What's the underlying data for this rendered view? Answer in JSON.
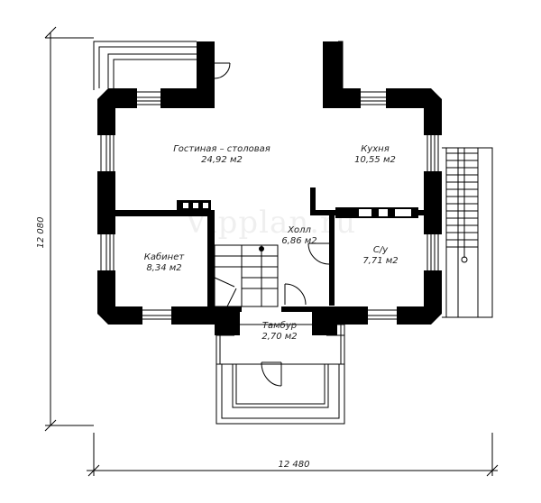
{
  "watermark": "Vipplan.ru",
  "dimensions": {
    "width": "12 480",
    "height": "12 080"
  },
  "rooms": {
    "living": {
      "name": "Гостиная – столовая",
      "area": "24,92 м2"
    },
    "kitchen": {
      "name": "Кухня",
      "area": "10,55 м2"
    },
    "hall": {
      "name": "Холл",
      "area": "6,86 м2"
    },
    "study": {
      "name": "Кабинет",
      "area": "8,34 м2"
    },
    "wc": {
      "name": "С/у",
      "area": "7,71 м2"
    },
    "vestibule": {
      "name": "Тамбур",
      "area": "2,70 м2"
    }
  }
}
